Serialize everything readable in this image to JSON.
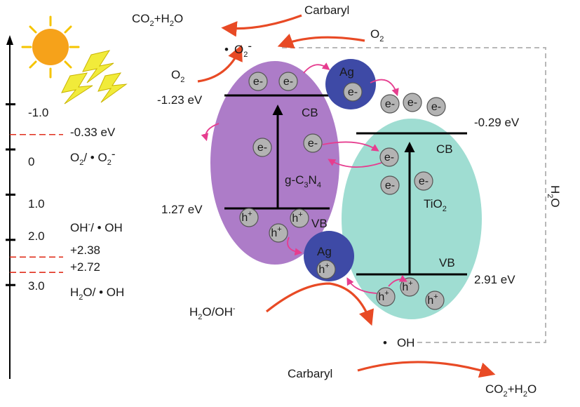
{
  "energy_scale": {
    "ticks": [
      {
        "text": "-1.0",
        "value": -1.0
      },
      {
        "text": "0",
        "value": 0
      },
      {
        "text": "1.0",
        "value": 1.0
      },
      {
        "text": "2.0",
        "value": 2.0
      },
      {
        "text": "3.0",
        "value": 3.0
      }
    ],
    "reference_levels": [
      {
        "text": "-0.33 eV",
        "value": -0.33
      },
      {
        "text": "+2.38",
        "value": 2.38
      },
      {
        "text": "+2.72",
        "value": 2.72
      }
    ],
    "couples": {
      "o2": {
        "a": "O",
        "a_sub": "2",
        "b": "/ •  O",
        "b_sub": "2",
        "c": "-"
      },
      "oh": {
        "a": "OH",
        "a_sup": "-",
        "b": "/ •  OH"
      },
      "h2o": {
        "a": "H",
        "a_sub": "2",
        "b": "O/ •  OH"
      }
    },
    "level_color": "#e0301e"
  },
  "gcn": {
    "name": {
      "a": "g-C",
      "sub1": "3",
      "b": "N",
      "sub2": "4"
    },
    "cb_label": "CB",
    "vb_label": "VB",
    "cb_potential": "-1.23 eV",
    "vb_potential": "1.27 eV",
    "fill": "#ad7cc8"
  },
  "tio2": {
    "name": {
      "a": "TiO",
      "sub": "2"
    },
    "cb_label": "CB",
    "vb_label": "VB",
    "cb_potential": "-0.29 eV",
    "vb_potential": "2.91 eV",
    "fill": "#9fddd2"
  },
  "ag": {
    "label": "Ag",
    "fill": "#3e4aa6"
  },
  "carriers": {
    "electron": "e-",
    "hole": "h",
    "hole_sup": "+"
  },
  "reactions": {
    "co2_top": {
      "a": "CO",
      "sub1": "2",
      "b": "+H",
      "sub2": "2",
      "c": "O"
    },
    "carbaryl_top": "Carbaryl",
    "o2_right": {
      "a": "O",
      "sub": "2"
    },
    "superoxide": {
      "dot": "•",
      "a": "O",
      "sub": "2",
      "sup": "-"
    },
    "o2_left": {
      "a": "O",
      "sub": "2"
    },
    "h2o_oh": {
      "a": "H",
      "sub": "2",
      "b": "O/OH",
      "sup": "-"
    },
    "hydroxyl": {
      "dot": "•",
      "a": "OH"
    },
    "carbaryl_bottom": "Carbaryl",
    "co2_bottom": {
      "a": "CO",
      "sub1": "2",
      "b": "+H",
      "sub2": "2",
      "c": "O"
    },
    "h2o_side": {
      "a": "H",
      "sub": "2",
      "b": "O"
    },
    "arrow_color": "#e84a25",
    "transfer_color": "#e63d8f"
  },
  "icons": {
    "sun": "sun-icon",
    "light": "light-bolt-icon"
  }
}
